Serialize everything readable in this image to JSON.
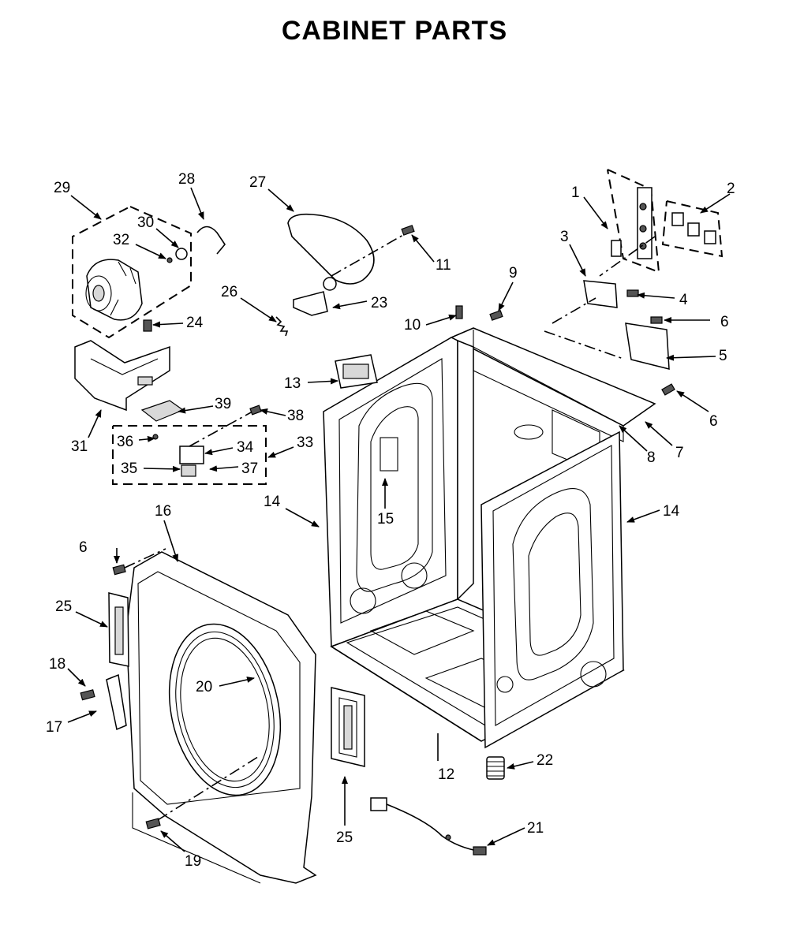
{
  "title": "CABINET PARTS",
  "callouts": {
    "c1": "1",
    "c2": "2",
    "c3": "3",
    "c4": "4",
    "c5": "5",
    "c6a": "6",
    "c6b": "6",
    "c6c": "6",
    "c7": "7",
    "c8": "8",
    "c9": "9",
    "c10": "10",
    "c11": "11",
    "c12": "12",
    "c13": "13",
    "c14a": "14",
    "c14b": "14",
    "c15": "15",
    "c16": "16",
    "c17": "17",
    "c18": "18",
    "c19": "19",
    "c20": "20",
    "c21": "21",
    "c22": "22",
    "c23": "23",
    "c24": "24",
    "c25a": "25",
    "c25b": "25",
    "c26": "26",
    "c27": "27",
    "c28": "28",
    "c29": "29",
    "c30": "30",
    "c31": "31",
    "c32": "32",
    "c33": "33",
    "c34": "34",
    "c35": "35",
    "c36": "36",
    "c37": "37",
    "c38": "38",
    "c39": "39"
  }
}
